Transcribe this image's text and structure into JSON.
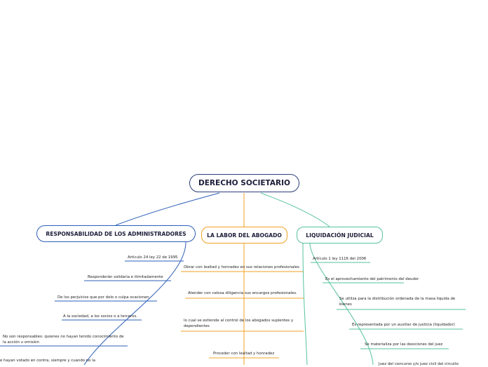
{
  "root": {
    "label": "DERECHO SOCIETARIO"
  },
  "branches": [
    {
      "label": "RESPONSABILIDAD DE LOS ADMINISTRADORES",
      "color": "#2d5fb8",
      "items": [
        "Artículo 24 ley 22 de 1995",
        "Responderán solidaria e ilimitadamente",
        "De los perjuicios que por dolo o culpa ocacionen",
        "A la sociedad, a los socios o a terceros.",
        "No son responsables: quienes no hayan tenido conocimiento de la acción u omisión",
        "e hayan votado en contra, siempre y cuando no la"
      ]
    },
    {
      "label": "LA LABOR DEL ABOGADO",
      "color": "#f0a024",
      "items": [
        "Obrar con lealtad y honradez en sus relaciones profesionales",
        "Atender con celosa diligencia sus encargos profesionales.",
        "lo cual se extiende al control de los abogados suplentes y dependientes",
        "Proceder con lealtad y honradez"
      ]
    },
    {
      "label": "LIQUIDACIÓN JUDICIAL",
      "color": "#56c2a0",
      "items": [
        "Artículo 1 ley 1116 del 2006",
        "Es el aprovechamiento del patrimonio del deudor",
        "Se utiliza para la distribución ordenada de la masa liquida de bienes",
        "Es representada por un auxiliar de justicia (liquidador)",
        "Se materializa por las desiciones del juez",
        "Juez del concurso y/o juez civil del circuito"
      ]
    }
  ],
  "colors": {
    "root_border": "#2b3f7a"
  }
}
